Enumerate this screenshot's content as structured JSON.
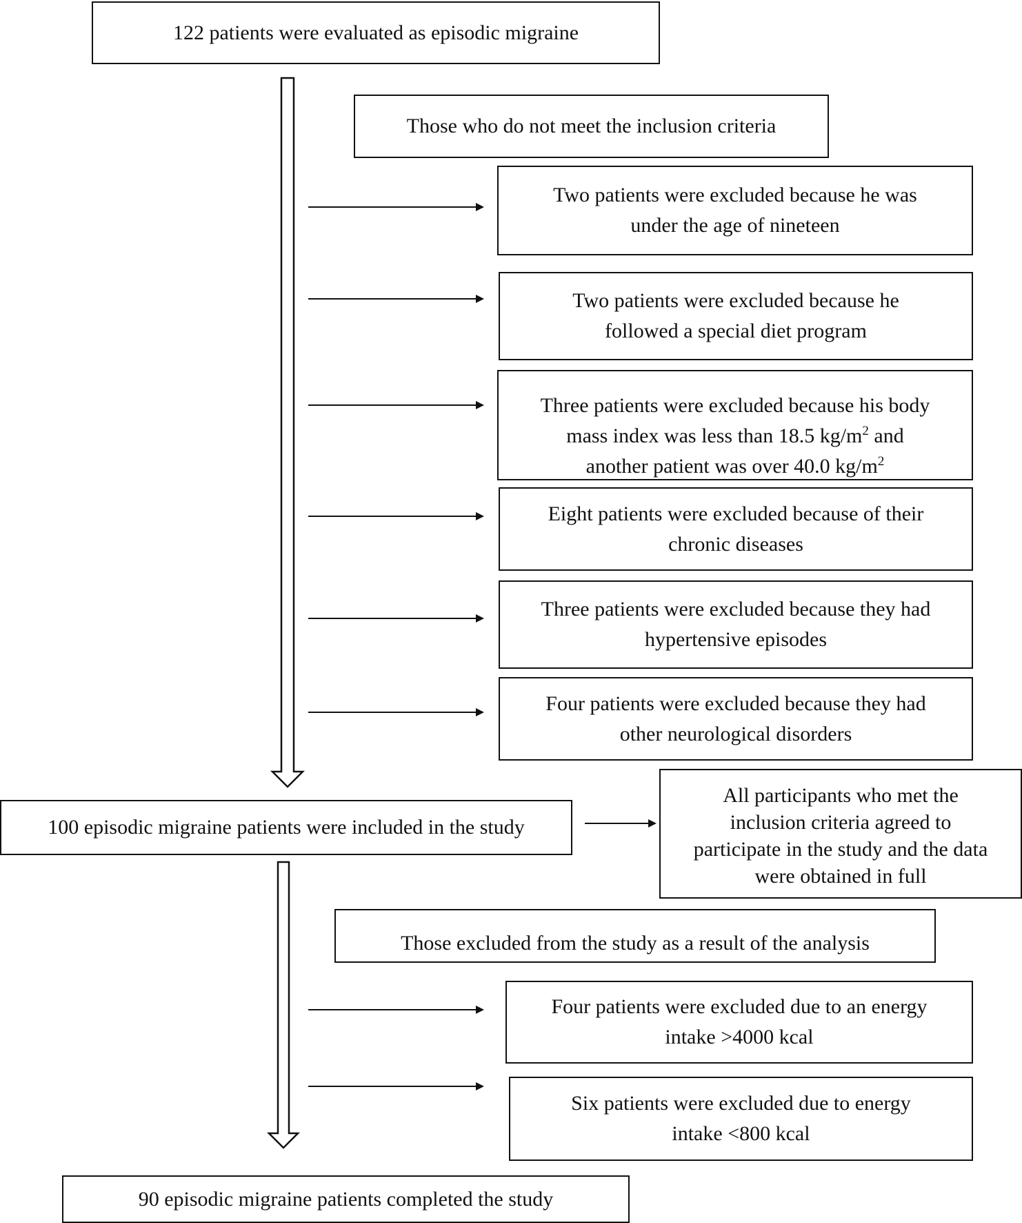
{
  "flow": {
    "start": "122 patients were evaluated as episodic migraine",
    "exclusion_header_1": "Those who do not meet the inclusion criteria",
    "excl_age": [
      "Two patients were excluded because he was",
      "under the age of nineteen"
    ],
    "excl_diet": [
      "Two patients were excluded because he",
      "followed a special diet program"
    ],
    "excl_bmi": {
      "line1": "Three patients were excluded because his body",
      "line2_pre": "mass index was less than 18.5 kg/m",
      "line2_sup": "2",
      "line2_post": " and",
      "line3_pre": "another patient was over 40.0 kg/m",
      "line3_sup": "2"
    },
    "excl_chronic": [
      "Eight patients were excluded because of their",
      "chronic diseases"
    ],
    "excl_hypertensive": [
      "Three patients were excluded because they had",
      "hypertensive episodes"
    ],
    "excl_neuro": [
      "Four patients were excluded because they had",
      "other neurological disorders"
    ],
    "included": "100 episodic migraine patients were included in the study",
    "consent_note": [
      "All participants who met the",
      "inclusion criteria agreed to",
      "participate in the study and the data",
      "were obtained in full"
    ],
    "exclusion_header_2": "Those excluded from the study as a result of the analysis",
    "excl_high_energy": [
      "Four patients were excluded due to an energy",
      "intake >4000 kcal"
    ],
    "excl_low_energy": [
      "Six patients were excluded due to energy",
      "intake <800 kcal"
    ],
    "completed": "90 episodic migraine patients completed the study"
  }
}
